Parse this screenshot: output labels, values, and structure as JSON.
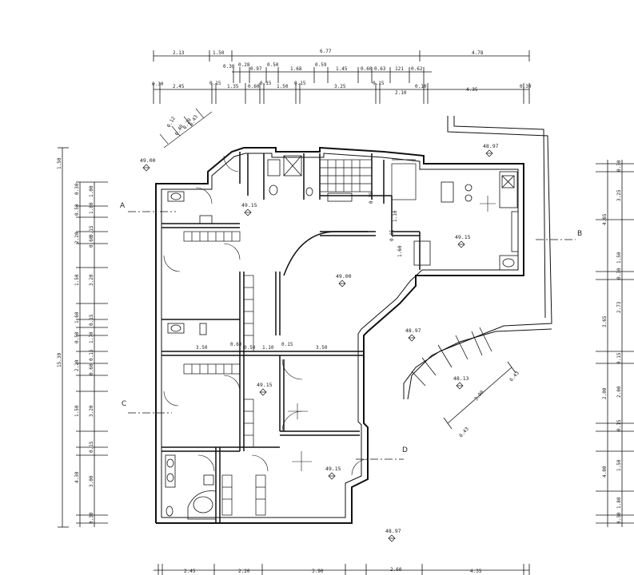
{
  "levels": [
    "49.00",
    "49.15",
    "48.97",
    "49.15",
    "49.00",
    "48.97",
    "48.13",
    "49.15",
    "49.15",
    "48.97"
  ],
  "sections": [
    "A",
    "B",
    "C",
    "D"
  ],
  "top_dims_row1": [
    "2.13",
    "1.50",
    "6.77",
    "4.78"
  ],
  "top_dims_row2": [
    "0.30",
    "0.28",
    "0.97",
    "0.50",
    "1.68",
    "0.59",
    "1.45",
    "0.60",
    "0.63",
    "121",
    "0.62"
  ],
  "top_dims_row3": [
    "0.30",
    "2.45",
    "0.15",
    "1.35",
    "0.60",
    "0.15",
    "1.50",
    "0.15",
    "3.25",
    "0.15",
    "2.10",
    "0.10",
    "4.35",
    "0.30"
  ],
  "bottom_dims": [
    "2.45",
    "2.20",
    "3.90",
    "2.60",
    "4.35"
  ],
  "left_total": "15.30",
  "left_dims": [
    "1.50",
    "0.30",
    "1.00",
    "0.50",
    "1.80",
    "2.20",
    "0.15",
    "0.60",
    "1.50",
    "3.20",
    "1.60",
    "0.15",
    "0.50",
    "1.70",
    "2.20",
    "0.15",
    "0.60",
    "1.50",
    "3.20",
    "0.15",
    "4.30",
    "3.00",
    "0.30"
  ],
  "right_dims": [
    "0.30",
    "3.25",
    "4.65",
    "0.30",
    "1.50",
    "2.73",
    "3.65",
    "0.15",
    "2.00",
    "0.15",
    "2.00",
    "1.50",
    "4.00",
    "1.80",
    "0.30"
  ],
  "interior_dims": [
    "3.50",
    "0.60",
    "0.50",
    "1.10",
    "0.15",
    "3.50",
    "0.15",
    "1.60",
    "1.10",
    "0.15"
  ],
  "diag_dims": [
    "0.12",
    "0.40",
    "0.20",
    "0.43",
    "3.00",
    "0.43",
    "6.43"
  ]
}
